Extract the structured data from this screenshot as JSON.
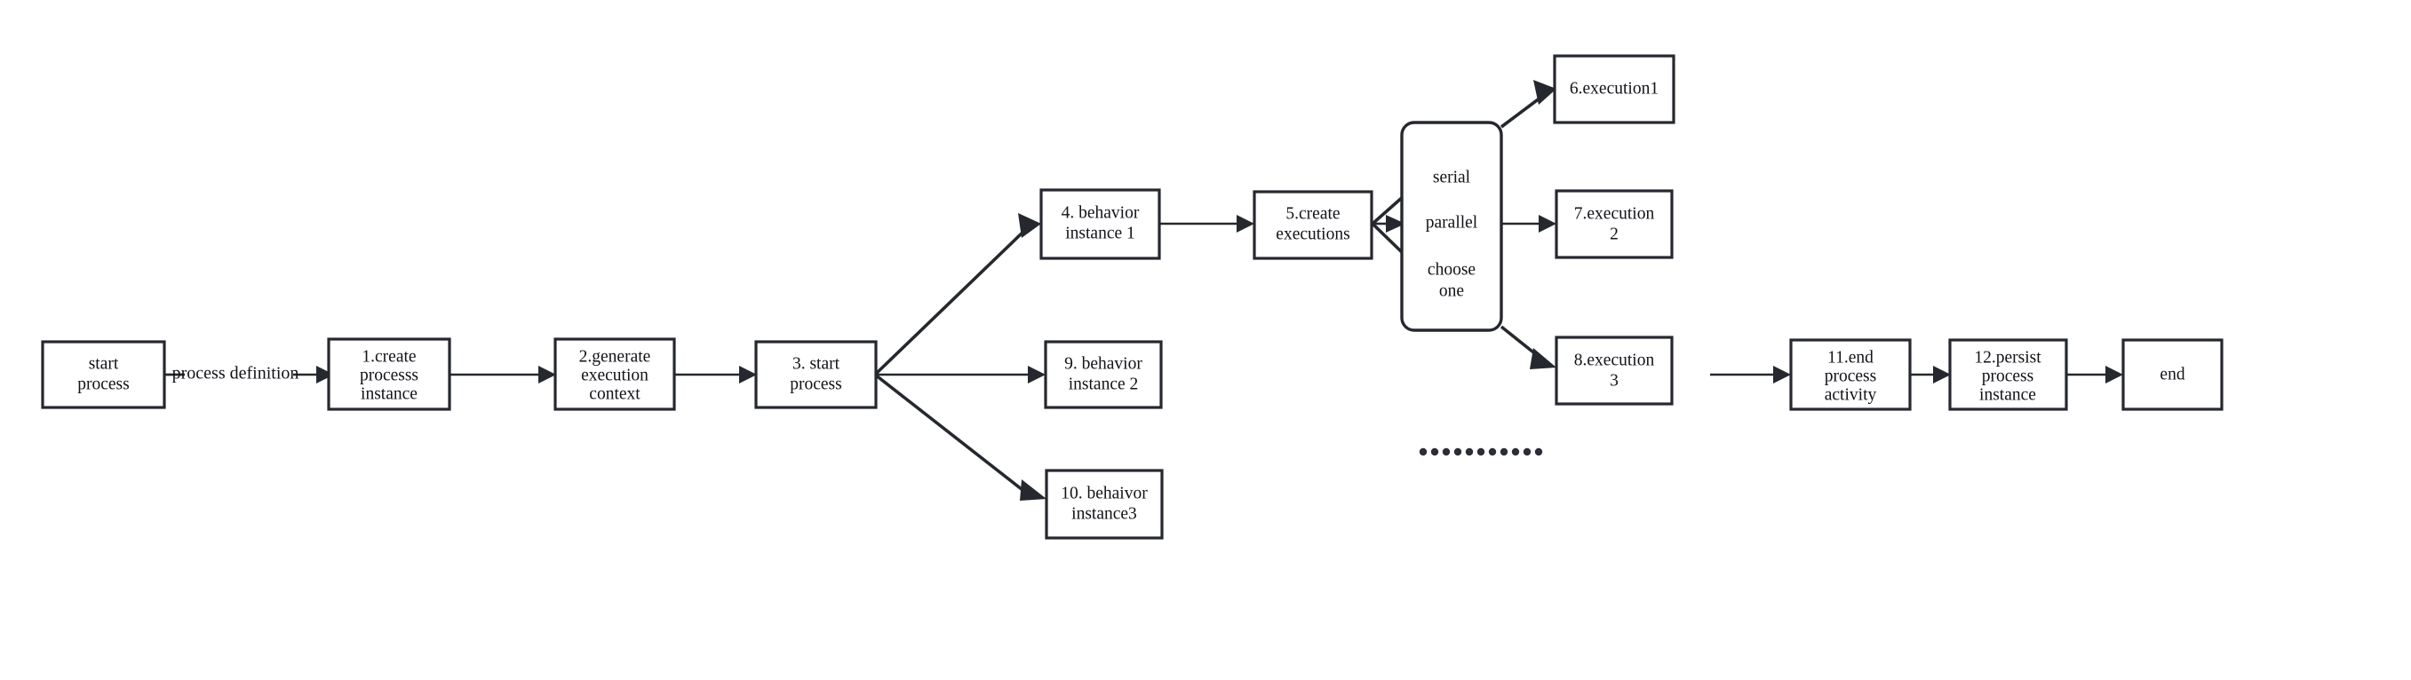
{
  "diagram": {
    "title": "",
    "type": "flowchart",
    "background_color": "#ffffff",
    "stroke_color": "#25282e",
    "text_color": "#111318",
    "nodes": [
      {
        "id": "start",
        "shape": "rect",
        "lines": [
          "start",
          "process"
        ]
      },
      {
        "id": "n1",
        "shape": "rect",
        "lines": [
          "1.create",
          "processs",
          "instance"
        ]
      },
      {
        "id": "n2",
        "shape": "rect",
        "lines": [
          "2.generate",
          "execution",
          "context"
        ]
      },
      {
        "id": "n3",
        "shape": "rect",
        "lines": [
          "3. start",
          "process"
        ]
      },
      {
        "id": "n4",
        "shape": "rect",
        "lines": [
          "4. behavior",
          "instance 1"
        ]
      },
      {
        "id": "n9",
        "shape": "rect",
        "lines": [
          "9. behavior",
          "instance 2"
        ]
      },
      {
        "id": "n10",
        "shape": "rect",
        "lines": [
          "10. behaivor",
          "instance3"
        ]
      },
      {
        "id": "n5",
        "shape": "rect",
        "lines": [
          "5.create",
          "executions"
        ]
      },
      {
        "id": "gateway",
        "shape": "round",
        "lines": [
          "serial",
          "parallel",
          "choose",
          "one"
        ]
      },
      {
        "id": "n6",
        "shape": "rect",
        "lines": [
          "6.execution1"
        ]
      },
      {
        "id": "n7",
        "shape": "rect",
        "lines": [
          "7.execution",
          "2"
        ]
      },
      {
        "id": "n8",
        "shape": "rect",
        "lines": [
          "8.execution",
          "3"
        ]
      },
      {
        "id": "n11",
        "shape": "rect",
        "lines": [
          "11.end",
          "process",
          "activity"
        ]
      },
      {
        "id": "n12",
        "shape": "rect",
        "lines": [
          "12.persist",
          "process",
          "instance"
        ]
      },
      {
        "id": "end",
        "shape": "rect",
        "lines": [
          "end"
        ]
      }
    ],
    "edge_labels": {
      "start_to_n1": "process definition"
    },
    "ellipsis": {
      "dot_count": 11,
      "meaning": "continuation-dots"
    }
  }
}
